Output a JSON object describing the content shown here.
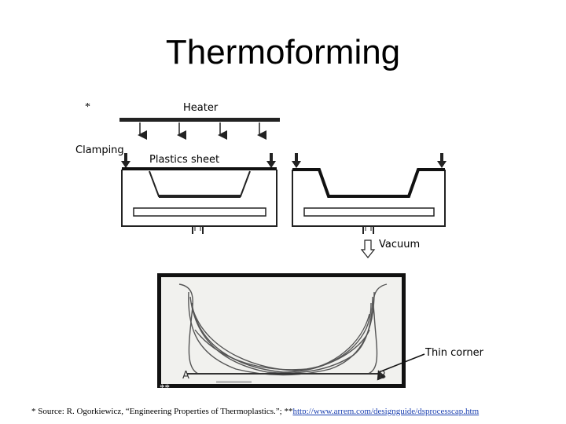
{
  "title": "Thermoforming",
  "labels": {
    "source_mark": "*",
    "heater": "Heater",
    "clamping": "Clamping",
    "plastics_sheet": "Plastics sheet",
    "vacuum": "Vacuum",
    "thin_corner": "Thin corner",
    "photo_mark": "**",
    "corner_a": "A",
    "corner_b": "B"
  },
  "source": {
    "prefix": "* Source: R. Ogorkiewicz, “Engineering Properties of Thermoplastics.”; **",
    "link": "http://www.arrem.com/designguide/dsprocesscap.htm"
  },
  "colors": {
    "link": "#1a3fb0",
    "sheet": "#111111",
    "photo_frame": "#111111"
  }
}
